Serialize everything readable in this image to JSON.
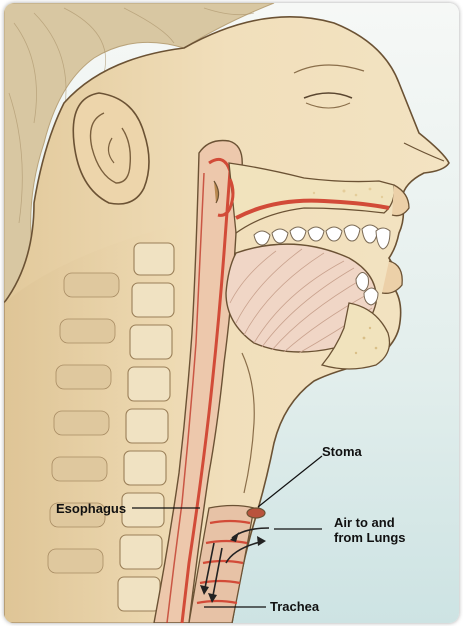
{
  "labels": {
    "stoma": "Stoma",
    "esophagus": "Esophagus",
    "air_to_lungs": "Air to and\nfrom Lungs",
    "trachea": "Trachea"
  },
  "colors": {
    "skin": "#efdcb4",
    "skin_shadow": "#d9c08f",
    "background_light": "#f3f7f6",
    "background_teal": "#cfe4e4",
    "tissue_pink": "#e9c9b2",
    "tissue_red": "#d94a3a",
    "bone": "#f1e6c9",
    "outline": "#5a4630"
  }
}
